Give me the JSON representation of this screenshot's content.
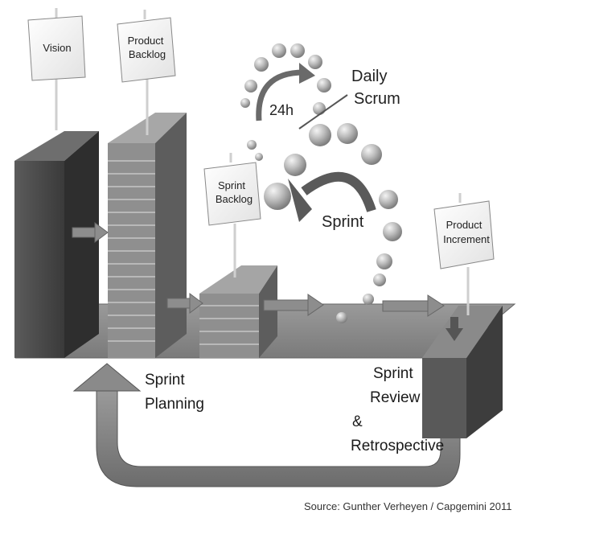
{
  "signs": {
    "vision": "Vision",
    "product_backlog": [
      "Product",
      "Backlog"
    ],
    "sprint_backlog": [
      "Sprint",
      "Backlog"
    ],
    "product_increment": [
      "Product",
      "Increment"
    ]
  },
  "labels": {
    "cycle_24h": "24h",
    "daily_scrum": [
      "Daily",
      "Scrum"
    ],
    "sprint": "Sprint",
    "sprint_planning": [
      "Sprint",
      "Planning"
    ],
    "review_retro": [
      "Sprint",
      "Review",
      "&",
      "Retrospective"
    ]
  },
  "source": "Source: Gunther Verheyen / Capgemini 2011"
}
